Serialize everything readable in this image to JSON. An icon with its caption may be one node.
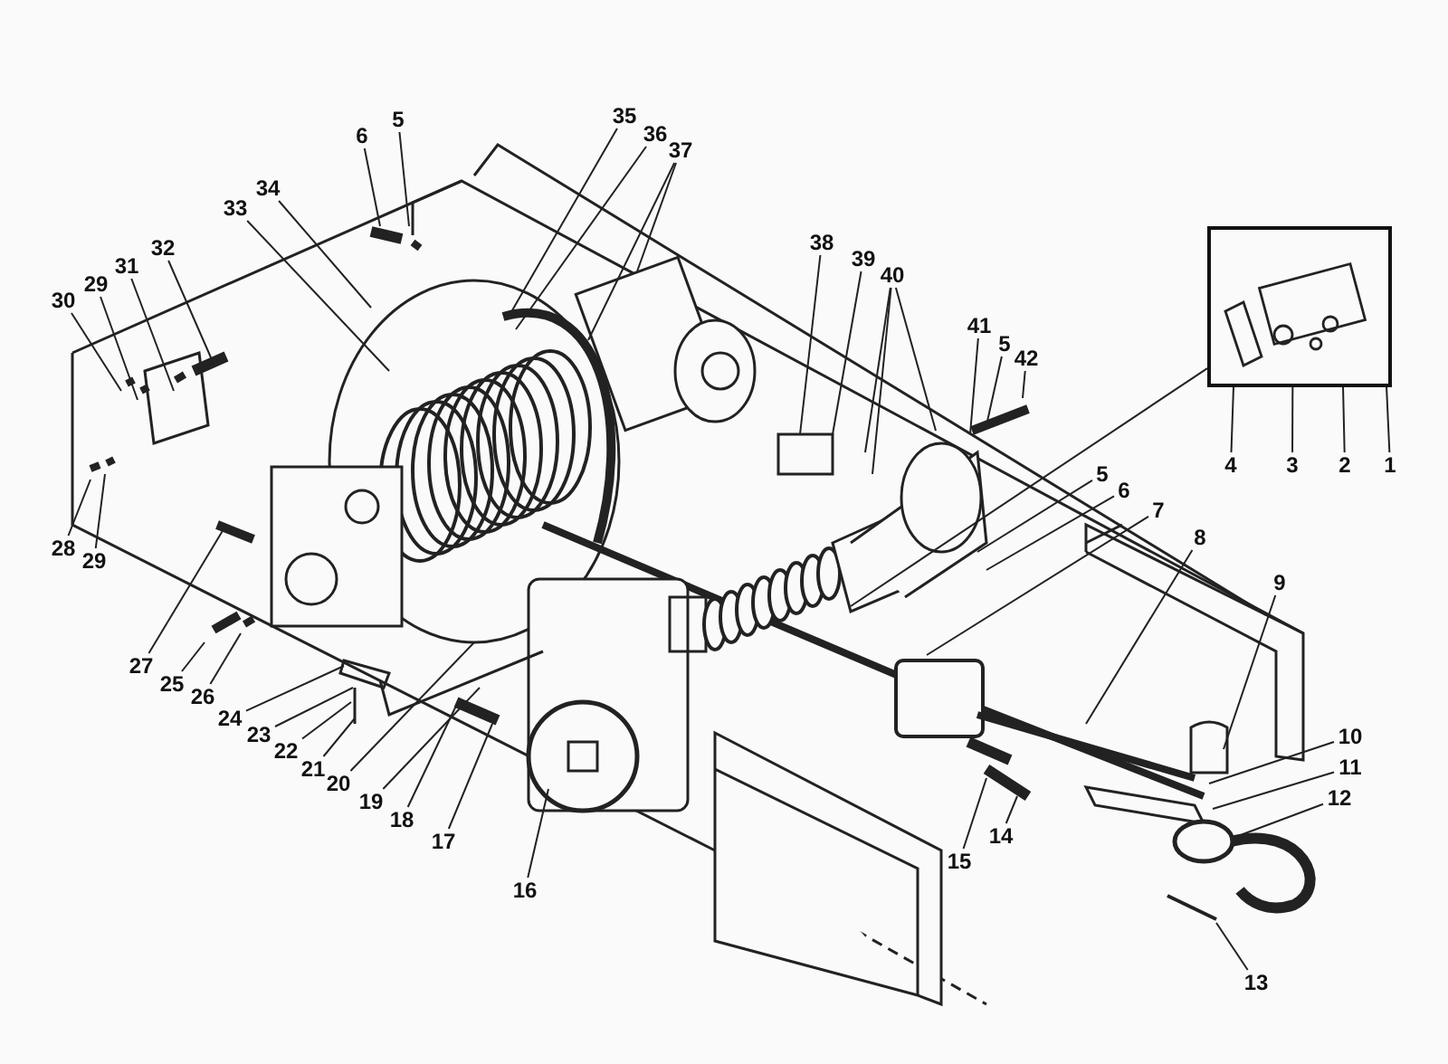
{
  "diagram": {
    "nodes": [
      {
        "text": [
          "1"
        ]
      },
      {
        "text": [
          "2"
        ]
      },
      {
        "text": [
          "3"
        ]
      },
      {
        "text": [
          "4"
        ]
      },
      {
        "text": [
          "5"
        ]
      },
      {
        "text": [
          "6"
        ]
      },
      {
        "text": [
          "5"
        ]
      },
      {
        "text": [
          "5"
        ]
      },
      {
        "text": [
          "6"
        ]
      },
      {
        "text": [
          "7"
        ]
      },
      {
        "text": [
          "8"
        ]
      },
      {
        "text": [
          "9"
        ]
      },
      {
        "text": [
          "10"
        ]
      },
      {
        "text": [
          "11"
        ]
      },
      {
        "text": [
          "12"
        ]
      },
      {
        "text": [
          "13"
        ]
      },
      {
        "text": [
          "14"
        ]
      },
      {
        "text": [
          "15"
        ]
      },
      {
        "text": [
          "16"
        ]
      },
      {
        "text": [
          "17"
        ]
      },
      {
        "text": [
          "18"
        ]
      },
      {
        "text": [
          "19"
        ]
      },
      {
        "text": [
          "20"
        ]
      },
      {
        "text": [
          "21"
        ]
      },
      {
        "text": [
          "22"
        ]
      },
      {
        "text": [
          "23"
        ]
      },
      {
        "text": [
          "24"
        ]
      },
      {
        "text": [
          "25"
        ]
      },
      {
        "text": [
          "26"
        ]
      },
      {
        "text": [
          "27"
        ]
      },
      {
        "text": [
          "28"
        ]
      },
      {
        "text": [
          "29"
        ]
      },
      {
        "text": [
          "29"
        ]
      },
      {
        "text": [
          "30"
        ]
      },
      {
        "text": [
          "31"
        ]
      },
      {
        "text": [
          "32"
        ]
      },
      {
        "text": [
          "33"
        ]
      },
      {
        "text": [
          "34"
        ]
      },
      {
        "text": [
          "35"
        ]
      },
      {
        "text": [
          "36"
        ]
      },
      {
        "text": [
          "37"
        ]
      },
      {
        "text": [
          "38"
        ]
      },
      {
        "text": [
          "39"
        ]
      },
      {
        "text": [
          "40"
        ]
      },
      {
        "text": [
          "41"
        ]
      },
      {
        "text": [
          "42"
        ]
      },
      {
        "text": [],
        "shape": "picture"
      }
    ],
    "edges": [
      {
        "from": 0,
        "to": 46,
        "arrow": "none"
      },
      {
        "from": 1,
        "to": 46,
        "arrow": "none"
      },
      {
        "from": 2,
        "to": 46,
        "arrow": "none"
      },
      {
        "from": 3,
        "to": 46,
        "arrow": "none"
      },
      {
        "from": 4,
        "to": null,
        "arrow": "none"
      },
      {
        "from": 5,
        "to": null,
        "arrow": "none"
      },
      {
        "from": 6,
        "to": null,
        "arrow": "none"
      },
      {
        "from": 7,
        "to": null,
        "arrow": "none"
      },
      {
        "from": 8,
        "to": null,
        "arrow": "none"
      },
      {
        "from": 9,
        "to": null,
        "arrow": "none"
      },
      {
        "from": 10,
        "to": null,
        "arrow": "none"
      },
      {
        "from": 11,
        "to": null,
        "arrow": "none"
      },
      {
        "from": 12,
        "to": null,
        "arrow": "none"
      },
      {
        "from": 13,
        "to": null,
        "arrow": "none"
      },
      {
        "from": 14,
        "to": null,
        "arrow": "none"
      },
      {
        "from": 15,
        "to": null,
        "arrow": "none"
      },
      {
        "from": 16,
        "to": null,
        "arrow": "none"
      },
      {
        "from": 17,
        "to": null,
        "arrow": "none"
      },
      {
        "from": 18,
        "to": null,
        "arrow": "none"
      },
      {
        "from": 19,
        "to": null,
        "arrow": "none"
      },
      {
        "from": 20,
        "to": null,
        "arrow": "none"
      },
      {
        "from": 21,
        "to": null,
        "arrow": "none"
      },
      {
        "from": 22,
        "to": null,
        "arrow": "none"
      },
      {
        "from": 23,
        "to": null,
        "arrow": "none"
      },
      {
        "from": 24,
        "to": null,
        "arrow": "none"
      },
      {
        "from": 25,
        "to": null,
        "arrow": "none"
      },
      {
        "from": 26,
        "to": null,
        "arrow": "none"
      },
      {
        "from": 27,
        "to": null,
        "arrow": "none"
      },
      {
        "from": 28,
        "to": null,
        "arrow": "none"
      },
      {
        "from": 29,
        "to": null,
        "arrow": "none"
      },
      {
        "from": 30,
        "to": null,
        "arrow": "none"
      },
      {
        "from": 31,
        "to": null,
        "arrow": "none"
      },
      {
        "from": 32,
        "to": null,
        "arrow": "none"
      },
      {
        "from": 33,
        "to": null,
        "arrow": "none"
      },
      {
        "from": 34,
        "to": null,
        "arrow": "none"
      },
      {
        "from": 35,
        "to": null,
        "arrow": "none"
      },
      {
        "from": 36,
        "to": null,
        "arrow": "none"
      },
      {
        "from": 37,
        "to": null,
        "arrow": "none"
      },
      {
        "from": 38,
        "to": null,
        "arrow": "none"
      },
      {
        "from": 39,
        "to": null,
        "arrow": "none"
      },
      {
        "from": 40,
        "to": null,
        "arrow": "none"
      },
      {
        "from": 40,
        "to": null,
        "arrow": "none"
      },
      {
        "from": 41,
        "to": null,
        "arrow": "none"
      },
      {
        "from": 42,
        "to": null,
        "arrow": "none"
      },
      {
        "from": 43,
        "to": null,
        "arrow": "none"
      },
      {
        "from": 43,
        "to": null,
        "arrow": "none"
      },
      {
        "from": 43,
        "to": null,
        "arrow": "none"
      },
      {
        "from": 44,
        "to": null,
        "arrow": "none"
      },
      {
        "from": 45,
        "to": null,
        "arrow": "none"
      },
      {
        "from": 46,
        "to": null,
        "arrow": "none"
      }
    ]
  }
}
